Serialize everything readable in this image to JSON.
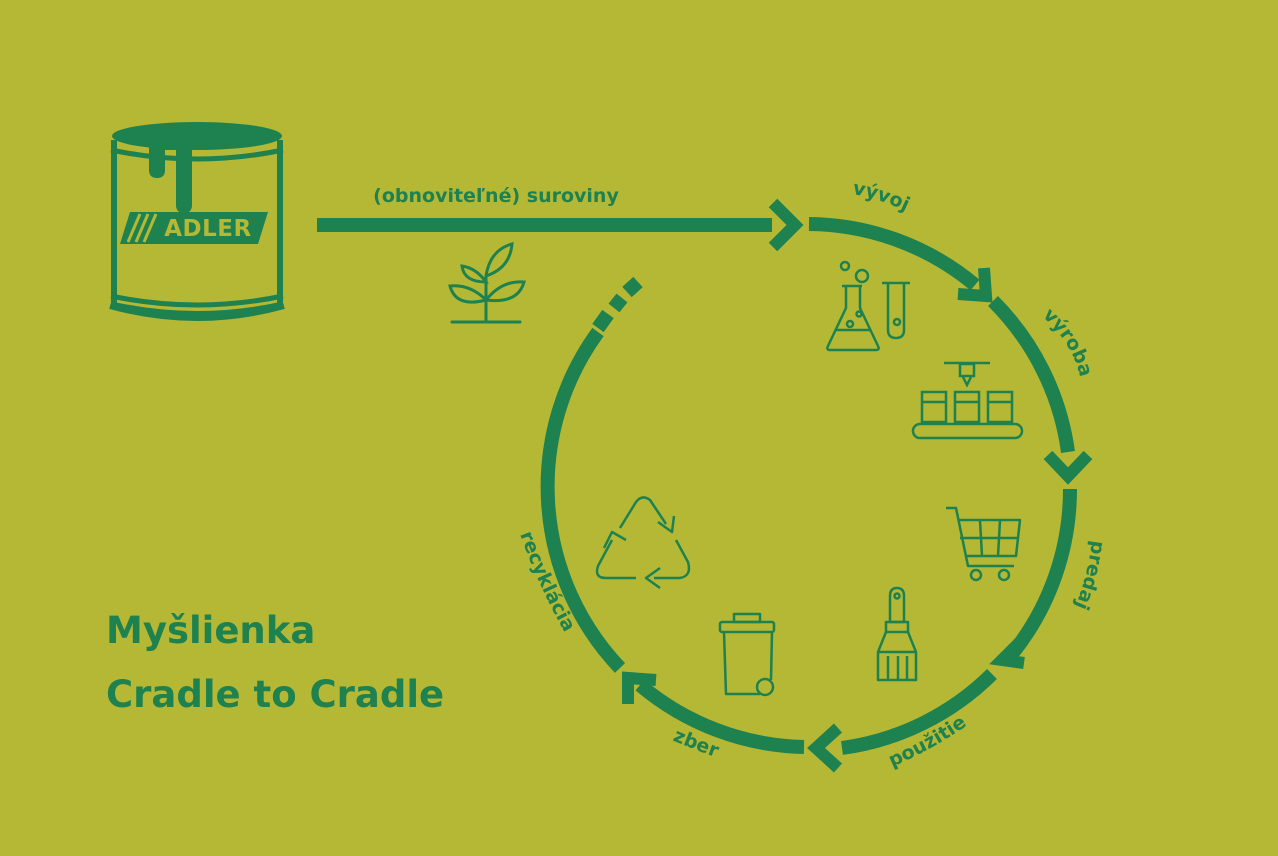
{
  "colors": {
    "background": "#B5B835",
    "primary": "#1E8150"
  },
  "brand": {
    "logo_text": "ADLER",
    "icon": "paint-can-icon"
  },
  "input": {
    "label": "(obnoviteľné) suroviny",
    "icon": "plant-sprout-icon"
  },
  "cycle": {
    "stages": [
      {
        "label": "vývoj",
        "icon": "laboratory-flask-icon"
      },
      {
        "label": "výroba",
        "icon": "production-line-icon"
      },
      {
        "label": "predaj",
        "icon": "shopping-cart-icon"
      },
      {
        "label": "použitie",
        "icon": "paint-brush-icon"
      },
      {
        "label": "zber",
        "icon": "waste-bin-icon"
      },
      {
        "label": "recyklácia",
        "icon": "recycle-icon"
      }
    ]
  },
  "title": {
    "line1": "Myšlienka",
    "line2": "Cradle to Cradle"
  }
}
